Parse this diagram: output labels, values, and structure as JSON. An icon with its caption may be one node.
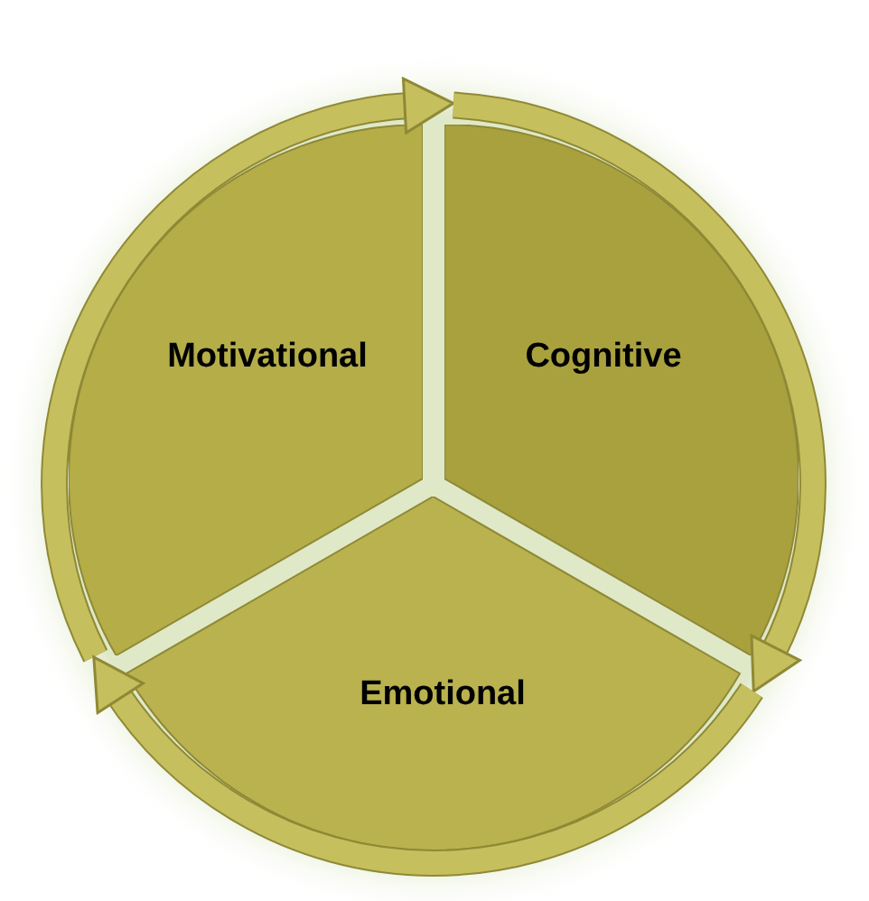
{
  "diagram": {
    "nodes": [
      {
        "text": [
          "Motivational"
        ]
      },
      {
        "text": [
          "Cognitive"
        ]
      },
      {
        "text": [
          "Emotional"
        ]
      }
    ],
    "edges": [
      {
        "from": 0,
        "to": 1,
        "arrow": "to"
      },
      {
        "from": 1,
        "to": 2,
        "arrow": "to"
      },
      {
        "from": 2,
        "to": 0,
        "arrow": "to"
      }
    ]
  }
}
